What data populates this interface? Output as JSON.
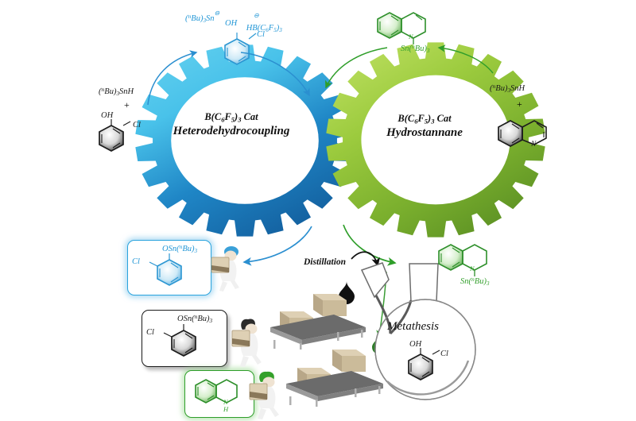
{
  "figure": {
    "type": "graphical-abstract",
    "background": "#ffffff",
    "colors": {
      "blue_gear_light": "#4cc3e8",
      "blue_gear_dark": "#1769a8",
      "green_gear_light": "#a9d24a",
      "green_gear_dark": "#5f9428",
      "blue_accent": "#2196d6",
      "green_accent": "#35a02e",
      "black": "#1b1b1b",
      "glass_gray": "#6e6e6e"
    }
  },
  "cycles": {
    "left": {
      "name": "heterodehydrocoupling-cycle",
      "catalyst": "B(C6F5)3 Cat",
      "catalyst_parts": {
        "b": "B(C",
        "c6": "6",
        "f": "F",
        "f5": "5",
        "close": ")",
        "three": "3",
        "cat": " Cat"
      },
      "process": "Heterodehydrocoupling",
      "color": "#1f8fce",
      "teeth": 22,
      "reactants_label_stannane": "(nBu)3SnH",
      "reactants_plus": "+",
      "reactant_molecule": "2-chlorophenol",
      "intermediate_cation": "(nBu)3Sn+",
      "intermediate_anion": "HB(C6F5)3-",
      "intermediate_substituents": {
        "oh": "OH",
        "cl": "Cl"
      }
    },
    "right": {
      "name": "hydrostannane-cycle",
      "catalyst": "B(C6F5)3 Cat",
      "process": "Hydrostannane",
      "color": "#5f9428",
      "teeth": 22,
      "reactants_label_stannane": "(nBu)3SnH",
      "reactants_plus": "+",
      "reactant_molecule": "quinoline",
      "intermediate_label": "Sn(nBu)3",
      "intermediate_molecule": "N-stannyl-dihydroquinoline"
    }
  },
  "labels": {
    "stannane": {
      "pre": "(",
      "n": "n",
      "bu": "Bu)",
      "three": "3",
      "snh": "SnH"
    },
    "osn": {
      "o": "OSn(",
      "n": "n",
      "bu": "Bu)",
      "three": "3"
    },
    "sn": {
      "sn": "Sn(",
      "n": "n",
      "bu": "Bu)",
      "three": "3"
    },
    "sn_cation": {
      "pre": "(",
      "n": "n",
      "bu": "Bu)",
      "three": "3",
      "sn": "Sn",
      "charge": "⊖"
    },
    "borate": {
      "hb": "HB(C",
      "six": "6",
      "f": "F",
      "five": "5",
      "close": ")",
      "three": "3",
      "charge": "⊖"
    },
    "oh": "OH",
    "cl": "Cl",
    "nh_n": "N",
    "nh_h": "H",
    "n_atom": "N",
    "plus": "+",
    "distillation": "Distillation",
    "metathesis": "Metathesis"
  },
  "products": {
    "blue_box": {
      "name": "aryloxystannane-blue",
      "top_label": "OSn(nBu)3",
      "cl": "Cl"
    },
    "black_box": {
      "name": "aryloxystannane-black",
      "top_label": "OSn(nBu)3",
      "cl": "Cl"
    },
    "green_box": {
      "name": "tetrahydroquinoline-green",
      "nh": "N-H"
    },
    "green_stannyl": {
      "name": "n-stannyl-tetrahydroquinoline",
      "label": "Sn(nBu)3"
    }
  },
  "flask": {
    "name": "two-neck-round-bottom-flask",
    "caption": "Metathesis",
    "contents_molecule": "2-chlorophenol",
    "contents_labels": {
      "oh": "OH",
      "cl": "Cl"
    }
  },
  "scene": {
    "conveyors": 2,
    "boxes_per_conveyor": 2,
    "workers": [
      {
        "name": "worker-blue-cap",
        "cap_color": "#3aa0d8"
      },
      {
        "name": "worker-dark-hair",
        "cap_color": "#2b2b2b"
      },
      {
        "name": "worker-green-cap",
        "cap_color": "#34a02a"
      }
    ],
    "droplets": [
      {
        "name": "black-droplet",
        "color": "#101010"
      },
      {
        "name": "green-droplet",
        "color": "#2f7d2a"
      }
    ]
  },
  "arrows": {
    "blue_top_in": "arrow-blue-top-left",
    "blue_top_out": "arrow-blue-top-right",
    "blue_bottom_out": "arrow-blue-bottom",
    "green_top_in": "arrow-green-top-right",
    "green_top_out": "arrow-green-top-left",
    "green_bottom_out": "arrow-green-bottom",
    "distillation_arrow": "arrow-distillation"
  }
}
